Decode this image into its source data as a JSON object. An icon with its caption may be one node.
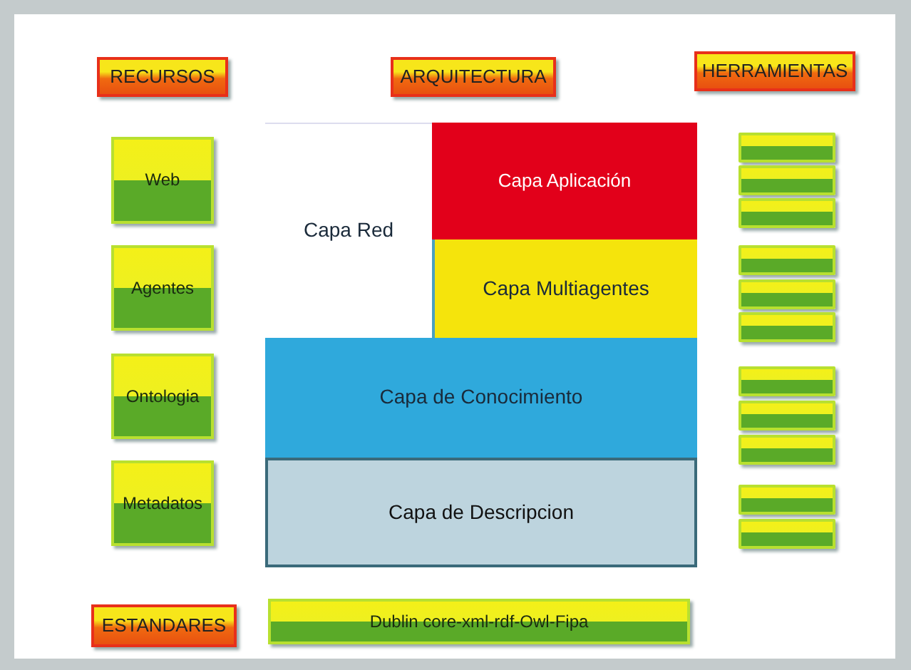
{
  "diagram": {
    "nodes": [
      {
        "text": [
          "RECURSOS"
        ]
      },
      {
        "text": [
          "ARQUITECTURA"
        ]
      },
      {
        "text": [
          "HERRAMIENTAS"
        ]
      },
      {
        "text": [
          "Web"
        ]
      },
      {
        "text": [
          "Agentes"
        ]
      },
      {
        "text": [
          "Ontologia"
        ]
      },
      {
        "text": [
          "Metadatos"
        ]
      },
      {
        "text": [
          "Capa Red"
        ]
      },
      {
        "text": [
          "Capa Aplicación"
        ]
      },
      {
        "text": [
          "Capa Multiagentes"
        ]
      },
      {
        "text": [
          "Capa de Conocimiento"
        ]
      },
      {
        "text": [
          "Capa de Descripcion"
        ]
      },
      {
        "text": [
          "ESTANDARES"
        ]
      },
      {
        "text": [
          "Dublin core-xml-rdf-Owl-Fipa"
        ]
      },
      {
        "text": [],
        "shape": "box"
      },
      {
        "text": [],
        "shape": "box"
      },
      {
        "text": [],
        "shape": "box"
      },
      {
        "text": [],
        "shape": "box"
      },
      {
        "text": [],
        "shape": "box"
      },
      {
        "text": [],
        "shape": "box"
      },
      {
        "text": [],
        "shape": "box"
      },
      {
        "text": [],
        "shape": "box"
      },
      {
        "text": [],
        "shape": "box"
      },
      {
        "text": [],
        "shape": "box"
      },
      {
        "text": [],
        "shape": "box"
      }
    ]
  }
}
